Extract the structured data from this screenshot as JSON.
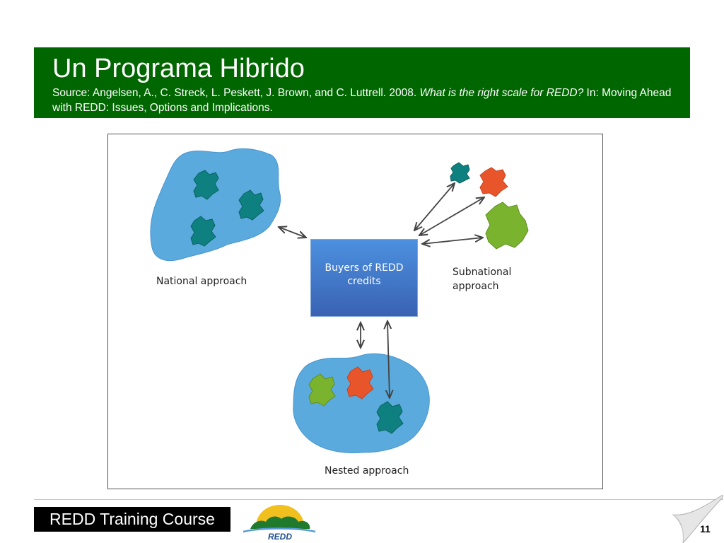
{
  "slide": {
    "title": "Un Programa Hibrido",
    "source_prefix": "Source: Angelsen, A., C. Streck, L. Peskett, J. Brown, and C. Luttrell. 2008. ",
    "source_title": "What is the right scale for REDD?",
    "source_suffix": " In: Moving Ahead with REDD: Issues, Options and Implications.",
    "header_color": "#006600"
  },
  "diagram": {
    "buyers_line1": "Buyers of REDD",
    "buyers_line2": "credits",
    "national_label": "National approach",
    "subnational_line1": "Subnational",
    "subnational_line2": "approach",
    "nested_label": "Nested approach",
    "colors": {
      "blob": "#5aaade",
      "teal": "#0f8080",
      "orange": "#e8552a",
      "green": "#7ab32e",
      "arrow": "#444444"
    }
  },
  "footer": {
    "course_label": "REDD Training Course",
    "logo_text": "REDD",
    "page_number": "11"
  }
}
